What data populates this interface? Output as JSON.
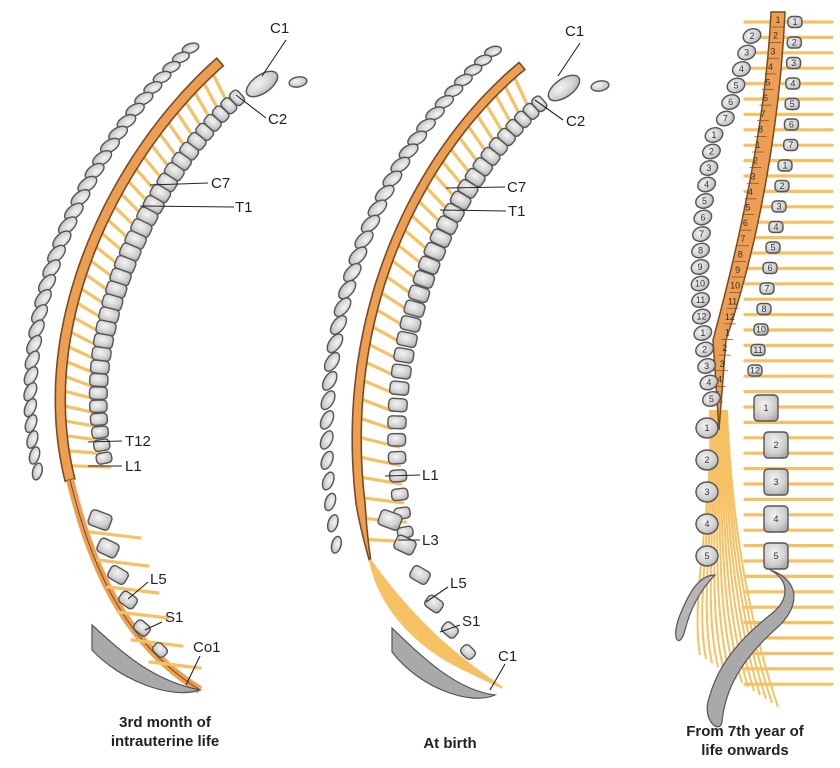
{
  "panels": [
    {
      "caption": "3rd month of\nintrauterine life",
      "labels": [
        "C1",
        "C2",
        "C7",
        "T1",
        "T12",
        "L1",
        "L5",
        "S1",
        "Co1"
      ]
    },
    {
      "caption": "At birth",
      "labels": [
        "C1",
        "C2",
        "C7",
        "T1",
        "L1",
        "L3",
        "L5",
        "S1",
        "C1"
      ]
    },
    {
      "caption": "From 7th year of\nlife onwards",
      "cord_numbers": [
        "1",
        "2",
        "3",
        "4",
        "5",
        "6",
        "7",
        "8",
        "1",
        "2",
        "3",
        "4",
        "5",
        "6",
        "7",
        "8",
        "9",
        "10",
        "11",
        "12",
        "1",
        "2",
        "3",
        "4",
        "5"
      ],
      "cervical_body_numbers": [
        "2",
        "3",
        "4",
        "5",
        "6",
        "7"
      ],
      "thoracic_body_numbers": [
        "1",
        "2",
        "3",
        "4",
        "5",
        "6",
        "7",
        "8",
        "9",
        "10",
        "11",
        "12"
      ],
      "lumbar_body_numbers": [
        "1",
        "2",
        "3",
        "4",
        "5"
      ],
      "posterior_numbers_left": [
        "2",
        "3",
        "4",
        "5",
        "6",
        "7",
        "1",
        "2",
        "3",
        "4",
        "5",
        "6",
        "7",
        "8",
        "9",
        "10",
        "11",
        "12",
        "1",
        "2",
        "3",
        "4",
        "5"
      ],
      "right_series_numbers": [
        "1",
        "2",
        "3",
        "4",
        "5",
        "6",
        "7",
        "1",
        "2",
        "3",
        "4",
        "5",
        "6",
        "7",
        "8",
        "10",
        "11",
        "12"
      ]
    }
  ],
  "colors": {
    "cord": "#ec9e52",
    "cord_edge": "#7a4a22",
    "nerve": "#f6c162",
    "bone_fill": "#d2d2d2",
    "bone_edge": "#555555"
  }
}
